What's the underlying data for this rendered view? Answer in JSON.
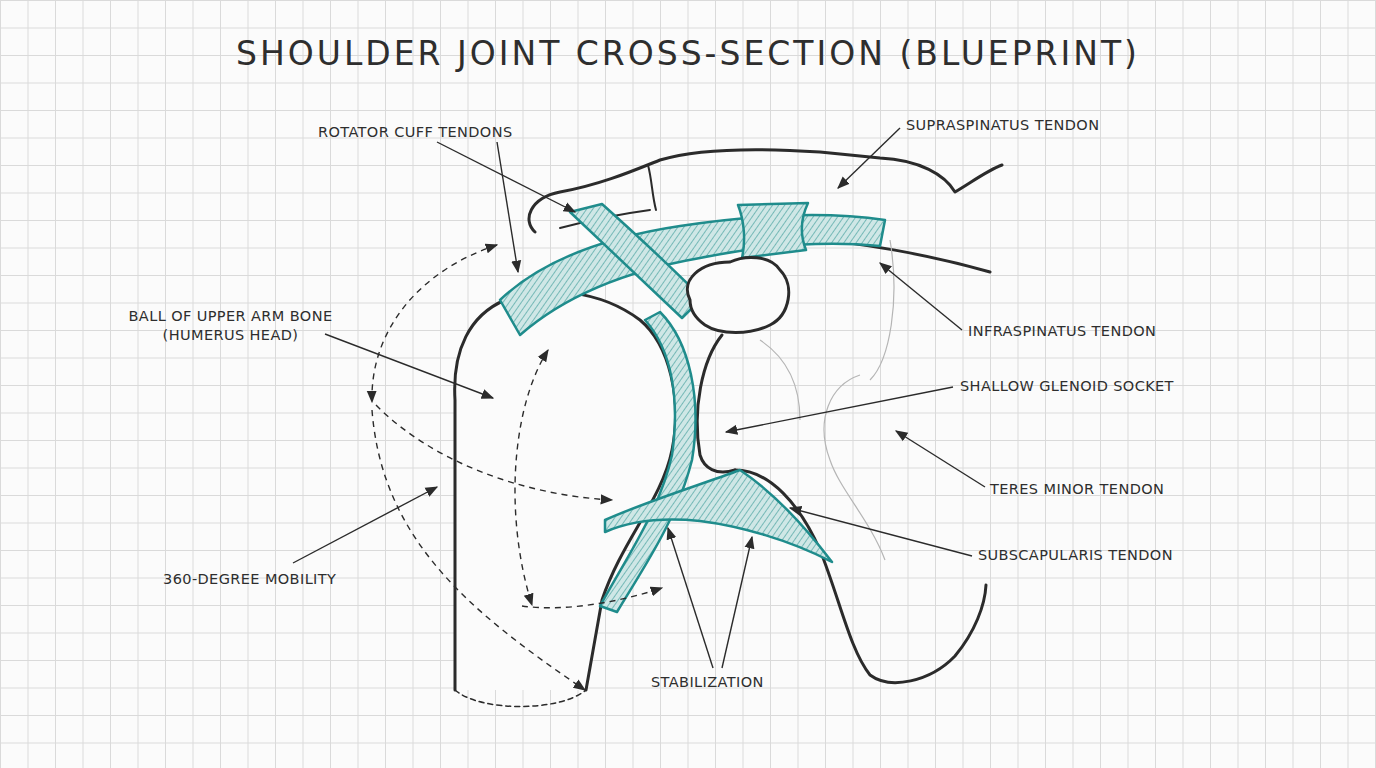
{
  "diagram": {
    "title": "SHOULDER JOINT CROSS-SECTION (BLUEPRINT)",
    "labels": [
      "ROTATOR CUFF TENDONS",
      "SUPRASPINATUS TENDON",
      "BALL OF UPPER ARM BONE (HUMERUS HEAD)",
      "INFRASPINATUS TENDON",
      "SHALLOW GLENOID SOCKET",
      "TERES MINOR TENDON",
      "SUBSCAPULARIS TENDON",
      "360-DEGREE MOBILITY",
      "STABILIZATION"
    ]
  }
}
